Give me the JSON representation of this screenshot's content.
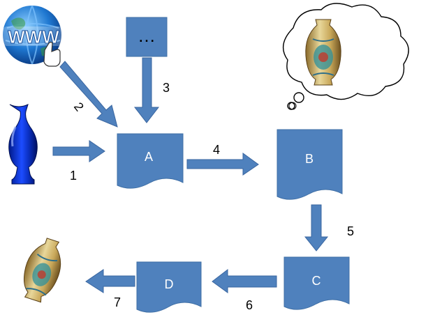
{
  "documents": {
    "a": "A",
    "b": "B",
    "c": "C",
    "d": "D"
  },
  "other_source": {
    "label": "…"
  },
  "steps": [
    "1",
    "2",
    "3",
    "4",
    "5",
    "6",
    "7"
  ],
  "icons": {
    "web": "www-globe-icon",
    "blue_vase": "blue-glass-vase-image",
    "thought_vase": "porcelain-vase-thought-image",
    "result_vase": "porcelain-vase-result-image"
  },
  "colors": {
    "shape_fill": "#4f81bd",
    "globe_blue": "#1f78d1",
    "cobalt": "#0a2fc0",
    "porcelain": "#d9c27a"
  }
}
